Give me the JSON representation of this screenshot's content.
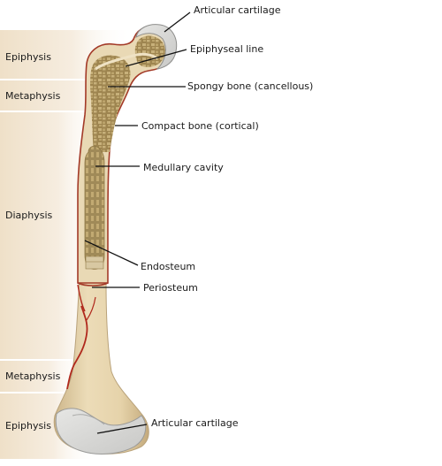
{
  "colors": {
    "band_light": "#f7ede0",
    "band_dark": "#d9c2a0",
    "bone": "#e9d9b5",
    "bone_shade": "#cfb88e",
    "spongy": "#a8915a",
    "spongy_dark": "#7a6638",
    "cartilage": "#d8d8d6",
    "outline": "#a03a2a",
    "vessel": "#b0281c"
  },
  "regions": [
    {
      "label": "Epiphysis"
    },
    {
      "label": "Metaphysis"
    },
    {
      "label": "Diaphysis"
    },
    {
      "label": "Metaphysis"
    },
    {
      "label": "Epiphysis"
    }
  ],
  "callouts": [
    {
      "label": "Articular cartilage"
    },
    {
      "label": "Epiphyseal line"
    },
    {
      "label": "Spongy bone (cancellous)"
    },
    {
      "label": "Compact bone (cortical)"
    },
    {
      "label": "Medullary cavity"
    },
    {
      "label": "Endosteum"
    },
    {
      "label": "Periosteum"
    },
    {
      "label": "Articular cartilage"
    }
  ]
}
